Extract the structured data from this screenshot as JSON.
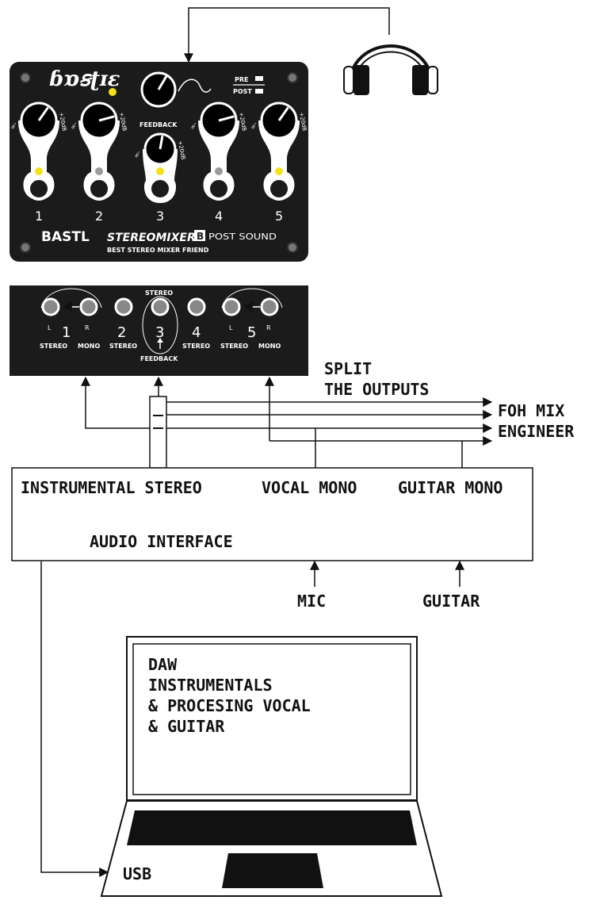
{
  "colors": {
    "panel": "#1b1b1b",
    "ink": "#111111",
    "led_yellow": "#f2e21a",
    "led_grey": "#9a9a9a",
    "white": "#ffffff"
  },
  "mixer": {
    "knob_scale_left": "∞-",
    "knob_scale_right": "+20dB",
    "feedback_label": "FEEDBACK",
    "pre_label": "PRE",
    "post_label": "POST",
    "brand": "BASTL",
    "model_script": "STEREOMIXER",
    "badge": "B",
    "post_sound": "POST SOUND",
    "tagline": "BEST STEREO MIXER FRIEND",
    "channels": [
      "1",
      "2",
      "3",
      "4",
      "5"
    ]
  },
  "back_panel": {
    "stereo_top": "STEREO",
    "feedback_bottom": "FEEDBACK",
    "l": "L",
    "r": "R",
    "channels": [
      "1",
      "2",
      "3",
      "4",
      "5"
    ],
    "labels": [
      "STEREO",
      "MONO",
      "STEREO",
      "STEREO",
      "STEREO",
      "MONO"
    ]
  },
  "split": {
    "line1": "SPLIT",
    "line2": "THE OUTPUTS"
  },
  "foh": {
    "line1": "FOH MIX",
    "line2": "ENGINEER"
  },
  "interface": {
    "instrumental": "INSTRUMENTAL STEREO",
    "vocal": "VOCAL MONO",
    "guitar": "GUITAR MONO",
    "title": "AUDIO INTERFACE"
  },
  "inputs": {
    "mic": "MIC",
    "guitar": "GUITAR"
  },
  "laptop": {
    "lines": [
      "DAW",
      "INSTRUMENTALS",
      "& PROCESING VOCAL",
      "& GUITAR"
    ],
    "usb": "USB"
  }
}
